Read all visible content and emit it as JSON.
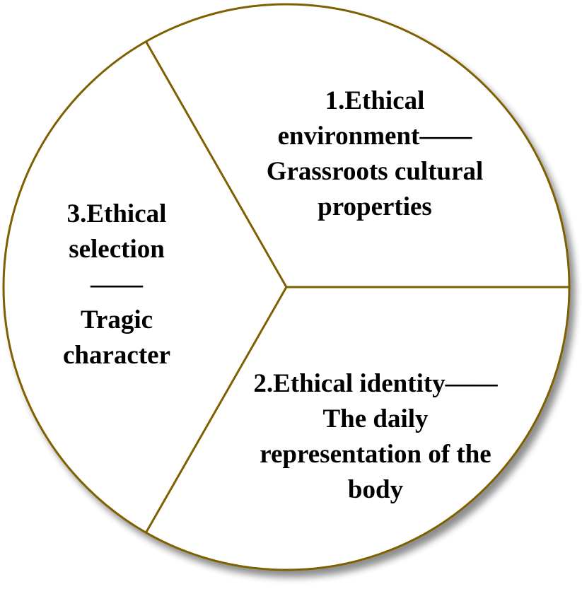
{
  "diagram": {
    "type": "circular-three-segment",
    "colors": {
      "outline": "#7f6000",
      "fill": "#ffffff",
      "shadow": "#9a9a9a",
      "text": "#000000"
    },
    "segments": [
      {
        "id": 1,
        "position": "right-top",
        "lines": [
          "1.Ethical",
          "environment——",
          "Grassroots cultural",
          "properties"
        ]
      },
      {
        "id": 2,
        "position": "right-bottom",
        "lines": [
          "2.Ethical identity——",
          "The daily",
          "representation of the",
          "body"
        ]
      },
      {
        "id": 3,
        "position": "left",
        "lines": [
          "3.Ethical",
          "selection",
          "——",
          "Tragic",
          "character"
        ]
      }
    ]
  }
}
